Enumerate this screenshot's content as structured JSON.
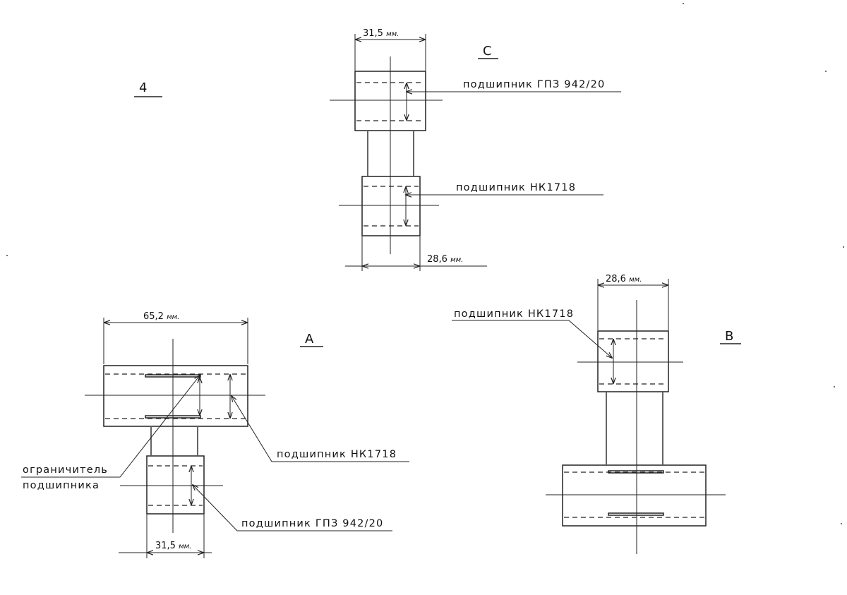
{
  "sheet_number": "4",
  "views": {
    "C": {
      "letter": "C",
      "upper_bearing_label": "подшипник ГПЗ 942/20",
      "lower_bearing_label": "подшипник НК1718",
      "top_width": "31,5",
      "bottom_width": "28,6"
    },
    "A": {
      "letter": "A",
      "width": "65,2",
      "bearing_label": "подшипник НК1718",
      "limiter_label_1": "ограничитель",
      "limiter_label_2": "подшипника",
      "lower_bearing_label": "подшипник ГПЗ 942/20",
      "bottom_width": "31,5"
    },
    "B": {
      "letter": "B",
      "width": "28,6",
      "bearing_label": "подшипник НК1718"
    }
  },
  "unit": "мм."
}
